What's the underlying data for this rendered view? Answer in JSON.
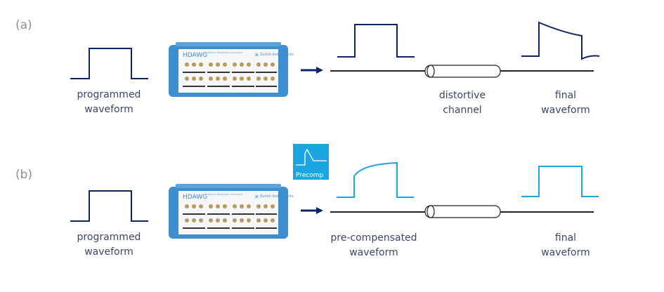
{
  "colors": {
    "navy": "#0f2463",
    "light_blue": "#1ba6e2",
    "device_blue": "#3d8fd0",
    "text": "#3a4670"
  },
  "panel_a": {
    "label": "(a)",
    "input_caption": [
      "programmed",
      "waveform"
    ],
    "channel_caption": [
      "distortive",
      "channel"
    ],
    "output_caption": [
      "final",
      "waveform"
    ]
  },
  "panel_b": {
    "label": "(b)",
    "input_caption": [
      "programmed",
      "waveform"
    ],
    "precomp_caption": [
      "pre-compensated",
      "waveform"
    ],
    "output_caption": [
      "final",
      "waveform"
    ],
    "precomp_badge": "Precomp"
  },
  "device": {
    "brand": "HDAWG",
    "subtitle": "Arbitrary Waveform Generator",
    "maker": "Zurich Instruments"
  }
}
